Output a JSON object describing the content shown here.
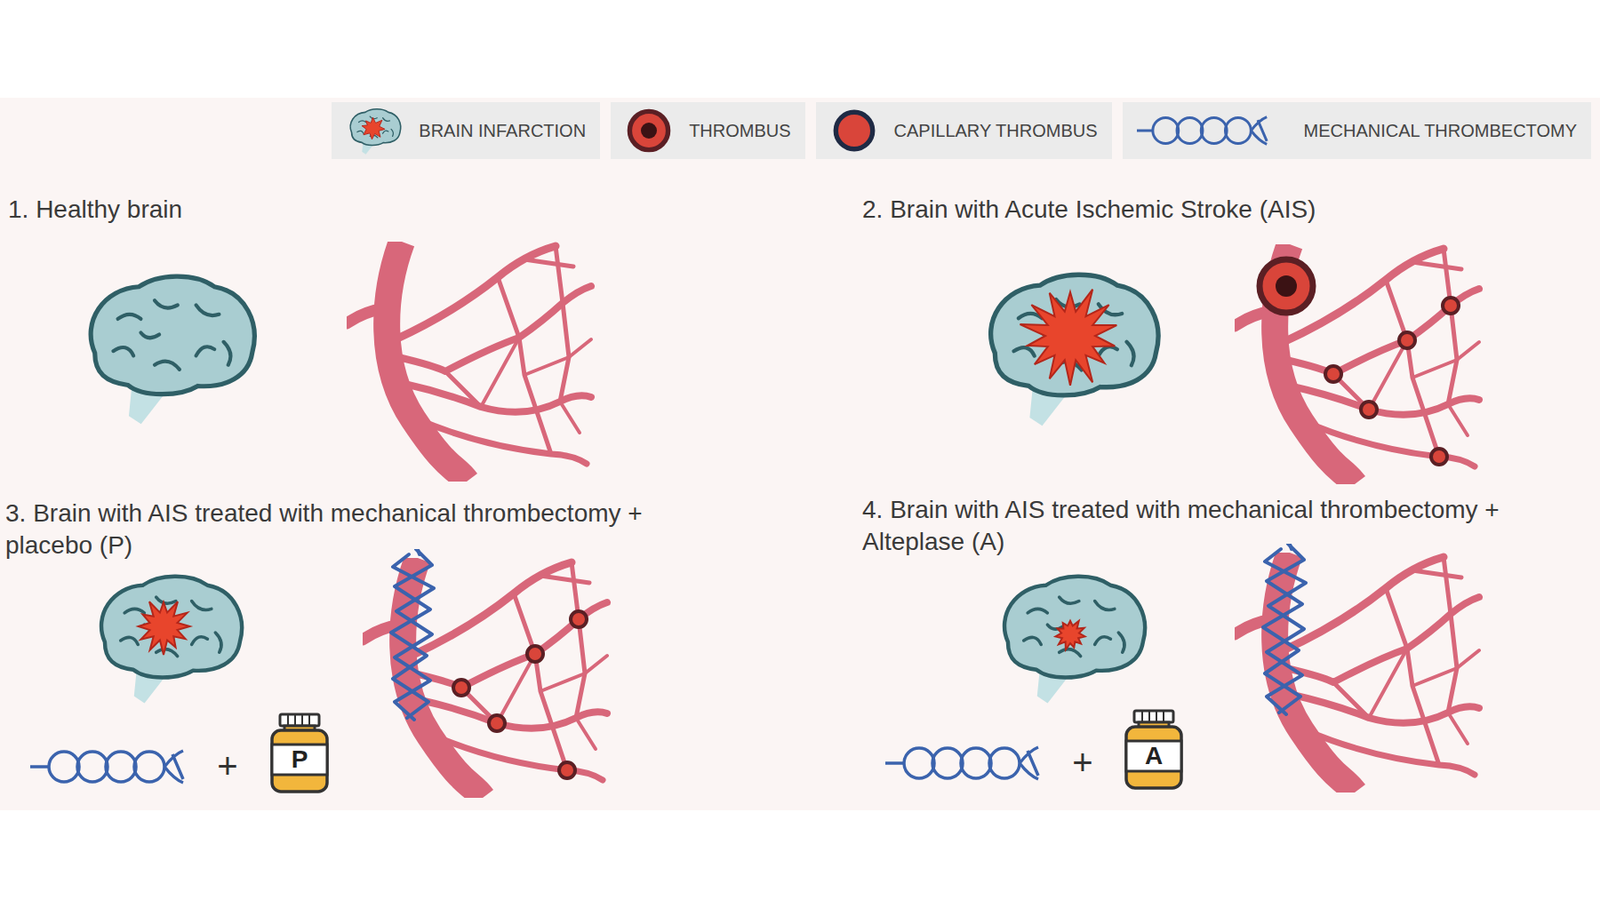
{
  "diagram": {
    "labels": [
      "1. Healthy brain",
      "2. Brain with Acute Ischemic Stroke (AIS)",
      "3. Brain with AIS treated with mechanical thrombectomy + placebo (P)",
      "+",
      "P",
      "4. Brain with AIS treated with mechanical thrombectomy + Alteplase (A)",
      "+",
      "A"
    ],
    "legend": [
      {
        "text": "BRAIN INFARCTION"
      },
      {
        "text": "THROMBUS"
      },
      {
        "text": "CAPILLARY THROMBUS"
      },
      {
        "text": "MECHANICAL THROMBECTOMY"
      }
    ]
  }
}
